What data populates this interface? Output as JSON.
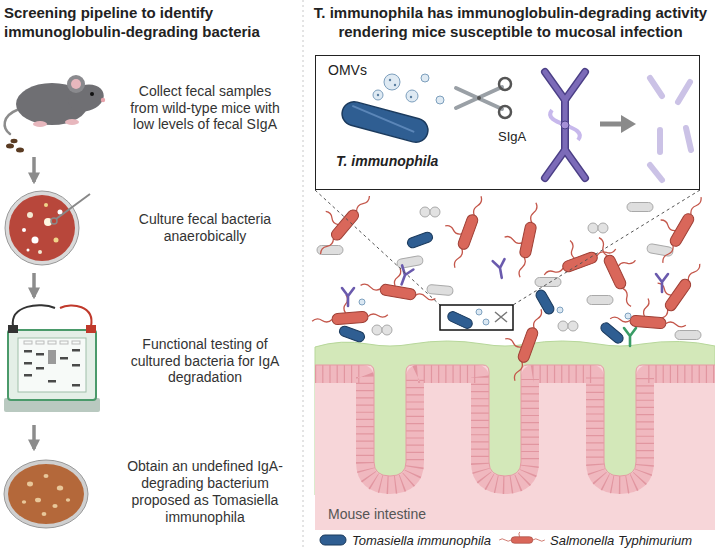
{
  "diagram": {
    "nodes": [
      {
        "text": [
          "Collect fecal samples from wild-type mice with low levels of fecal SIgA"
        ]
      },
      {
        "text": [
          "Culture fecal bacteria anaerobically"
        ]
      },
      {
        "text": [
          "Functional testing of cultured bacteria for IgA degradation"
        ]
      },
      {
        "text": [
          "Obtain an undefined IgA-degrading bacterium proposed as Tomasiella immunophila"
        ]
      },
      {
        "text": [
          "OMVs",
          "T. immunophila",
          "SIgA"
        ]
      }
    ],
    "edges": [
      {
        "from": 0,
        "to": 1,
        "arrow": "to"
      },
      {
        "from": 1,
        "to": 2,
        "arrow": "to"
      },
      {
        "from": 2,
        "to": 3,
        "arrow": "to"
      }
    ],
    "labels": [
      "Screening pipeline to identify immunoglobulin-degrading bacteria",
      "T. immunophila has immunoglobulin-degrading activity rendering mice susceptible to mucosal infection",
      "Mouse intestine"
    ],
    "legend": [
      {
        "text": "Tomasiella immunophila"
      },
      {
        "text": "Salmonella Typhimurium"
      }
    ]
  }
}
